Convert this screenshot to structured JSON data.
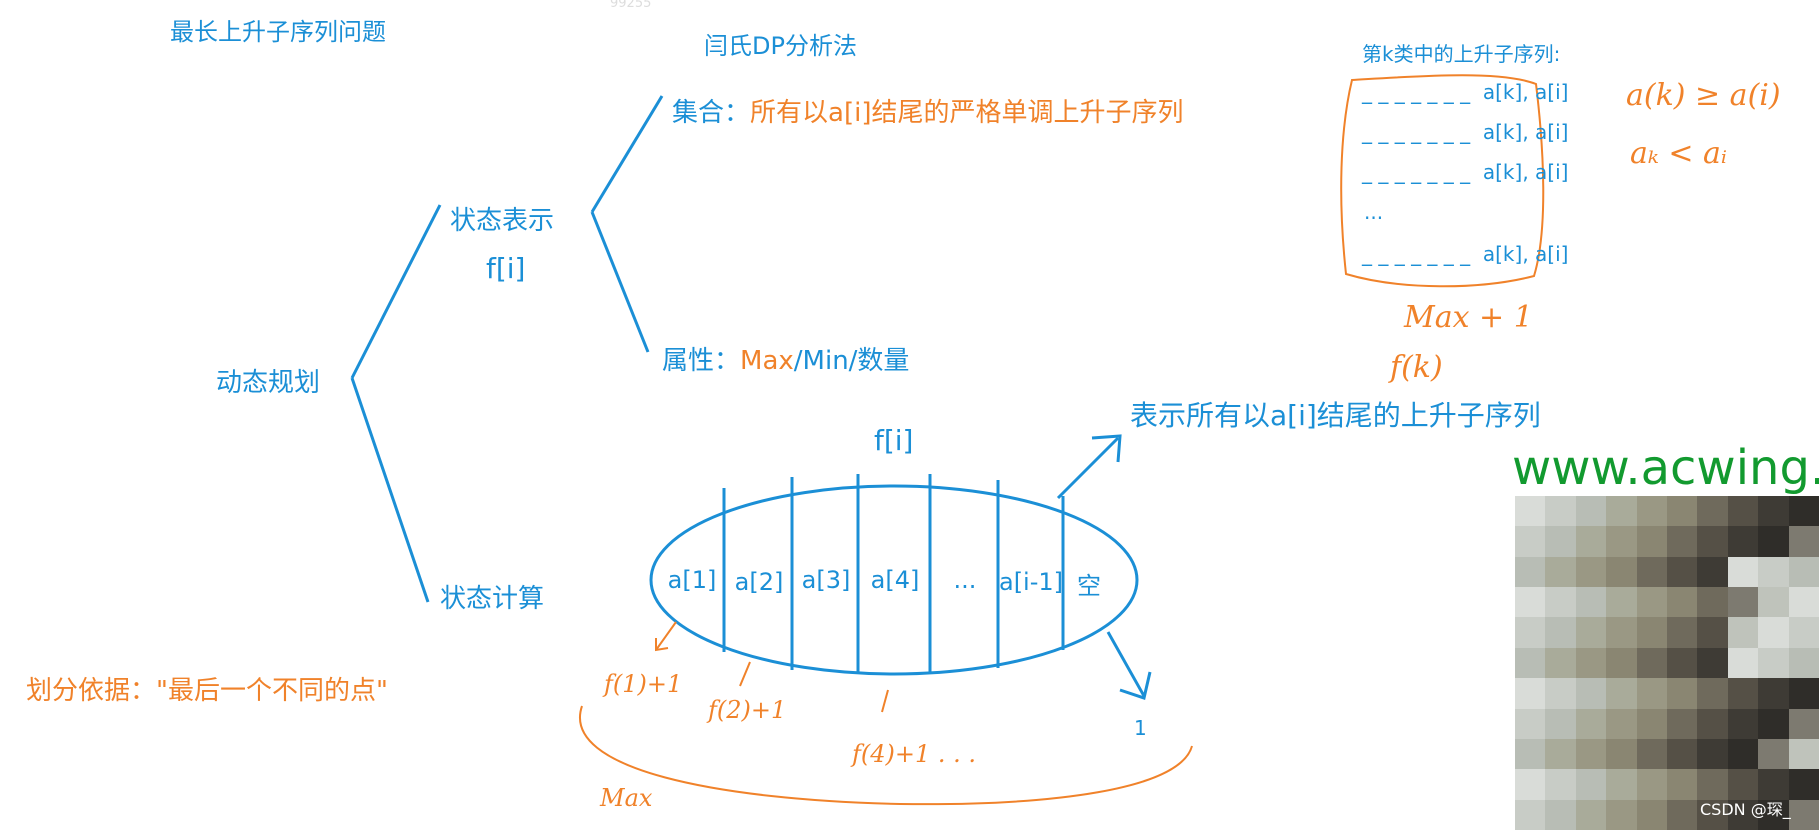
{
  "title": "最长上升子序列问题",
  "method": "闫氏DP分析法",
  "watermark_top": "99255",
  "root": "动态规划",
  "state_repr": {
    "label": "状态表示",
    "symbol": "f[i]"
  },
  "set_prefix": "集合：",
  "set_text": "所有以a[i]结尾的严格单调上升子序列",
  "attr_prefix": "属性：",
  "attr_max": "Max",
  "attr_rest": "/Min/数量",
  "state_calc": "状态计算",
  "partition": "划分依据：\"最后一个不同的点\"",
  "ellipse_title": "f[i]",
  "cells": [
    "a[1]",
    "a[2]",
    "a[3]",
    "a[4]",
    "...",
    "a[i-1]",
    "空"
  ],
  "arrow_text": "表示所有以a[i]结尾的上升子序列",
  "empty_value": "1",
  "kclass": {
    "title": "第k类中的上升子序列:",
    "dashes": "_ _ _ _ _ _ _",
    "rows": [
      {
        "ak": "a[k]",
        "ai": ", a[i]"
      },
      {
        "ak": "a[k]",
        "ai": ", a[i]"
      },
      {
        "ak": "a[k]",
        "ai": ", a[i]"
      },
      {
        "ak": "...",
        "ai": ""
      },
      {
        "ak": "a[k]",
        "ai": ", a[i]"
      }
    ]
  },
  "hand": {
    "cond1": "a(k) ≥ a(i)",
    "cond2": "aₖ < aᵢ",
    "max_plus": "Max  +  1",
    "fk": "f(k)",
    "f1": "f(1)+1",
    "f2": "f(2)+1",
    "f4": "f(4)+1 . . .",
    "max_bottom": "Max"
  },
  "site": "www.acwing.c",
  "credit": "CSDN @琛_"
}
